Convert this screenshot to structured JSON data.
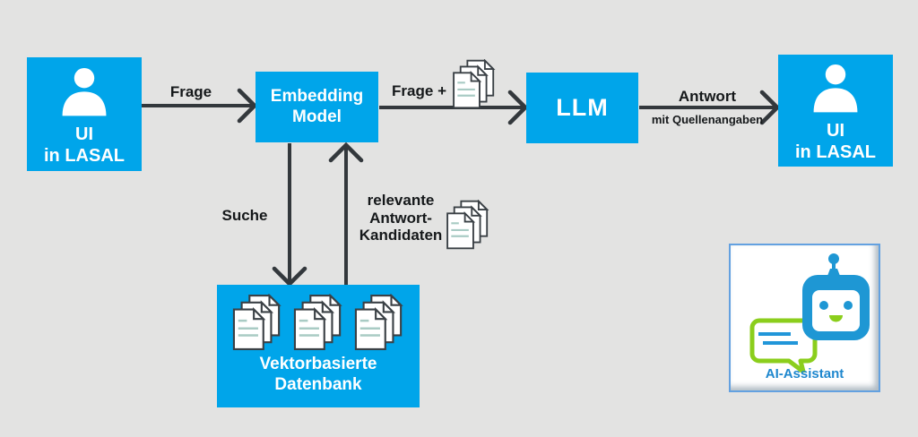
{
  "diagram": {
    "title_hint": "RAG architecture flow diagram",
    "colors": {
      "background": "#E3E3E2",
      "node_cyan": "#00A5EA",
      "arrow_dark": "#33383C",
      "doc_outline": "#3A4045",
      "doc_lines": "#A9CBC4",
      "robot_blue": "#1E97D4",
      "bubble_green": "#8BCE1C",
      "assistant_text_blue": "#1E87CE",
      "assistant_border_blue": "#63A1E0"
    },
    "nodes": {
      "user_left": {
        "label": "UI\nin LASAL",
        "icon": "person-icon"
      },
      "embedding": {
        "label": "Embedding\nModel"
      },
      "llm": {
        "label": "LLM"
      },
      "user_right": {
        "label": "UI\nin LASAL",
        "icon": "person-icon"
      },
      "vector_db": {
        "label": "Vektorbasierte\nDatenbank",
        "icon": "documents-stack-icon",
        "icon_count": 3
      }
    },
    "edges": {
      "frage": {
        "label": "Frage",
        "from": "user_left",
        "to": "embedding"
      },
      "frage_plus": {
        "label": "Frage +",
        "icon": "documents-stack-icon",
        "from": "embedding",
        "to": "llm"
      },
      "antwort": {
        "label": "Antwort",
        "sublabel": "mit Quellenangaben",
        "from": "llm",
        "to": "user_right"
      },
      "suche": {
        "label": "Suche",
        "from": "embedding",
        "to": "vector_db"
      },
      "kandidaten": {
        "label": "relevante\nAntwort-\nKandidaten",
        "icon": "documents-stack-icon",
        "from": "vector_db",
        "to": "embedding"
      }
    },
    "assistant_button": {
      "label": "AI-Assistant",
      "icon": "robot-chat-icon"
    }
  }
}
